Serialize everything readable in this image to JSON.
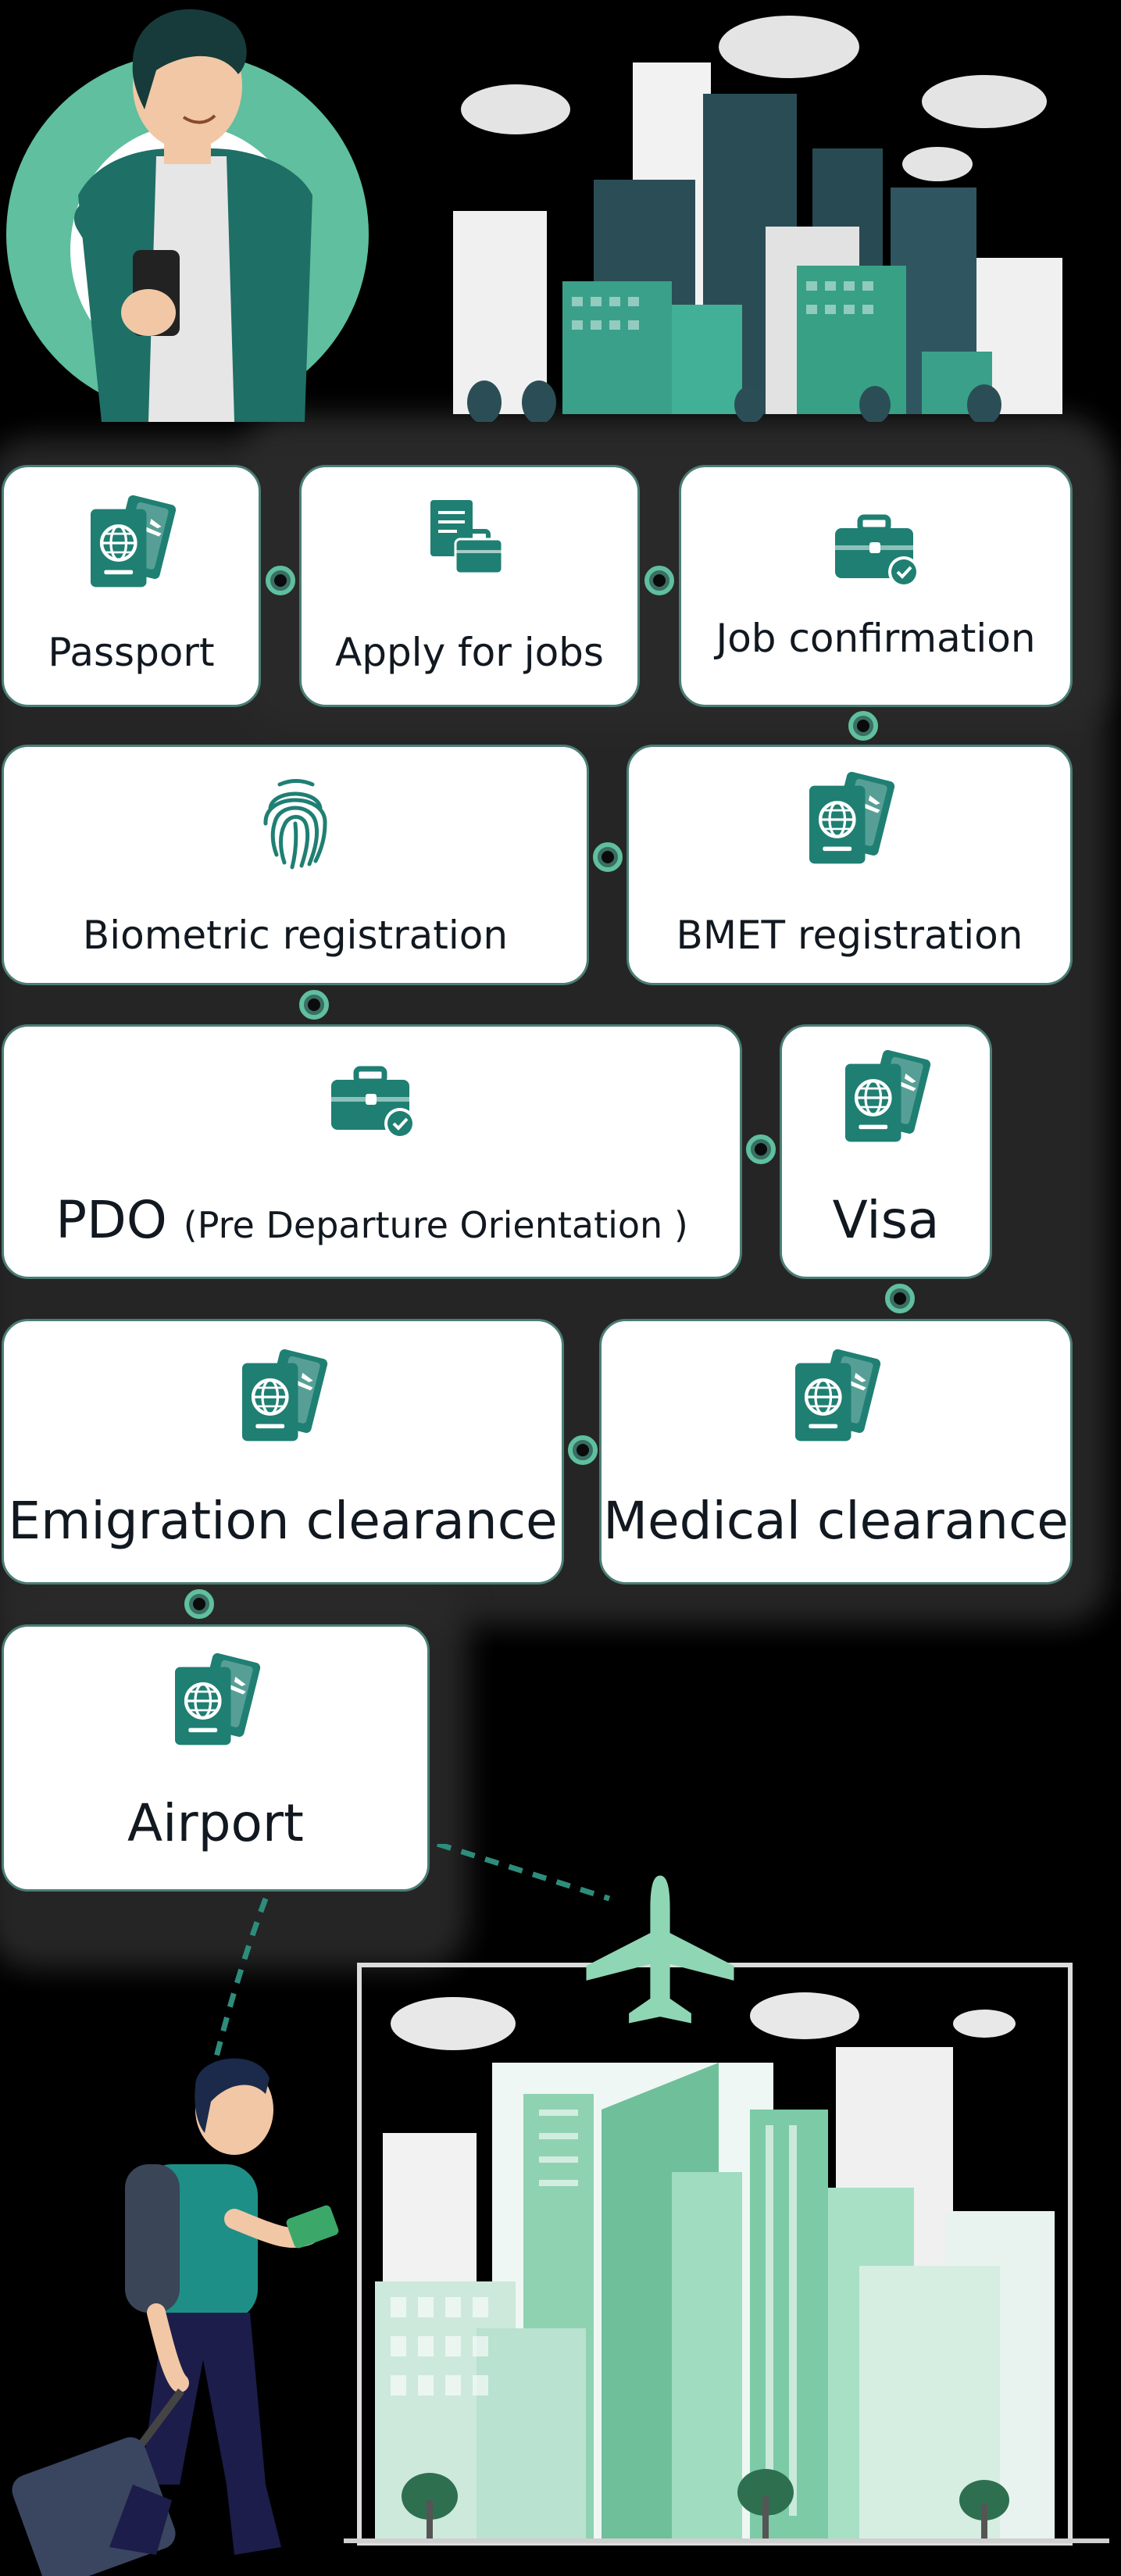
{
  "steps": {
    "passport": "Passport",
    "apply_jobs": "Apply for jobs",
    "job_confirmation": "Job confirmation",
    "biometric": "Biometric registration",
    "bmet": "BMET registration",
    "pdo": "PDO",
    "pdo_full": "(Pre Departure Orientation )",
    "visa": "Visa",
    "emigration": "Emigration clearance",
    "medical": "Medical clearance",
    "airport": "Airport"
  },
  "icons": {
    "passport": "passport-icon",
    "apply_jobs": "job-documents-briefcase-icon",
    "job_confirmation": "briefcase-check-icon",
    "biometric": "fingerprint-icon",
    "bmet": "passport-icon",
    "pdo": "briefcase-check-icon",
    "visa": "passport-icon",
    "emigration": "passport-icon",
    "medical": "passport-icon",
    "airport": "passport-icon"
  },
  "colors": {
    "accent": "#1f7f73",
    "accent_light": "#5fbf9f",
    "card_border": "#4a7e74",
    "text": "#111820"
  }
}
